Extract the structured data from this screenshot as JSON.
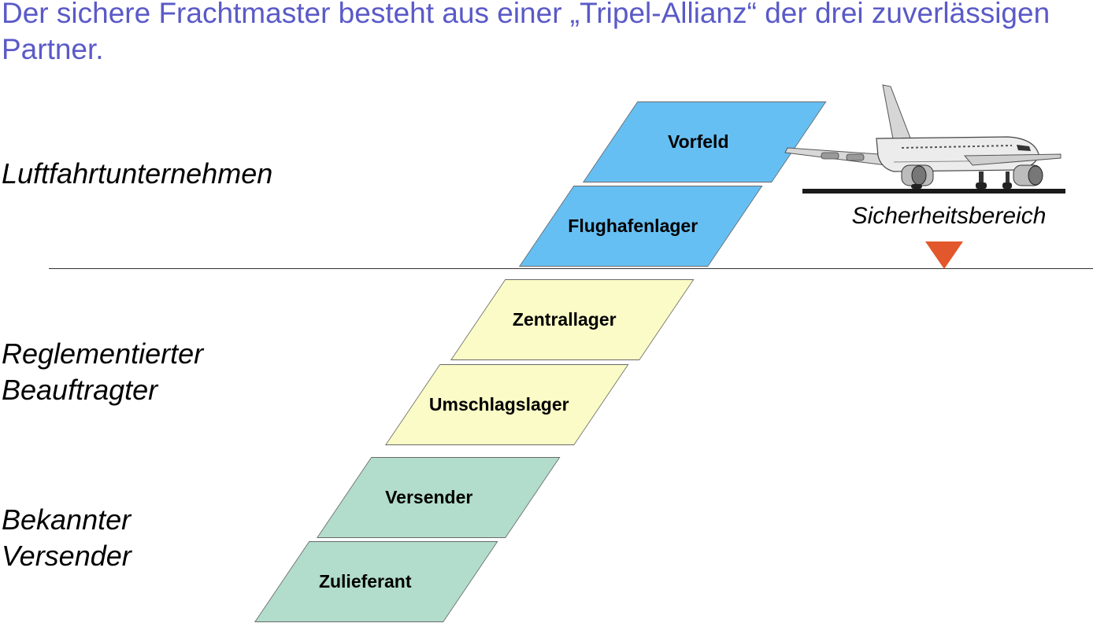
{
  "title": "Der sichere Frachtmaster besteht aus einer   „Tripel-Allianz“ der drei zuverlässigen Partner.",
  "groups": {
    "luftfahrt": "Luftfahrtunternehmen",
    "reglementiert_line1": "Reglementierter",
    "reglementiert_line2": "Beauftragter",
    "bekannt_line1": "Bekannter",
    "bekannt_line2": "Versender"
  },
  "security_area": {
    "label": "Sicherheitsbereich",
    "marker_color": "#e2572b"
  },
  "stages": {
    "vorfeld": "Vorfeld",
    "flughafenlager": "Flughafenlager",
    "zentrallager": "Zentrallager",
    "umschlagslager": "Umschlagslager",
    "versender": "Versender",
    "zulieferant": "Zulieferant"
  },
  "colors": {
    "title": "#5a5ac8",
    "airline_stage": "#66bff2",
    "regulated_agent_stage": "#fafbc6",
    "known_consignor_stage": "#b2dccb"
  },
  "icons": {
    "airplane": "airplane-icon",
    "marker": "triangle-down-icon"
  }
}
